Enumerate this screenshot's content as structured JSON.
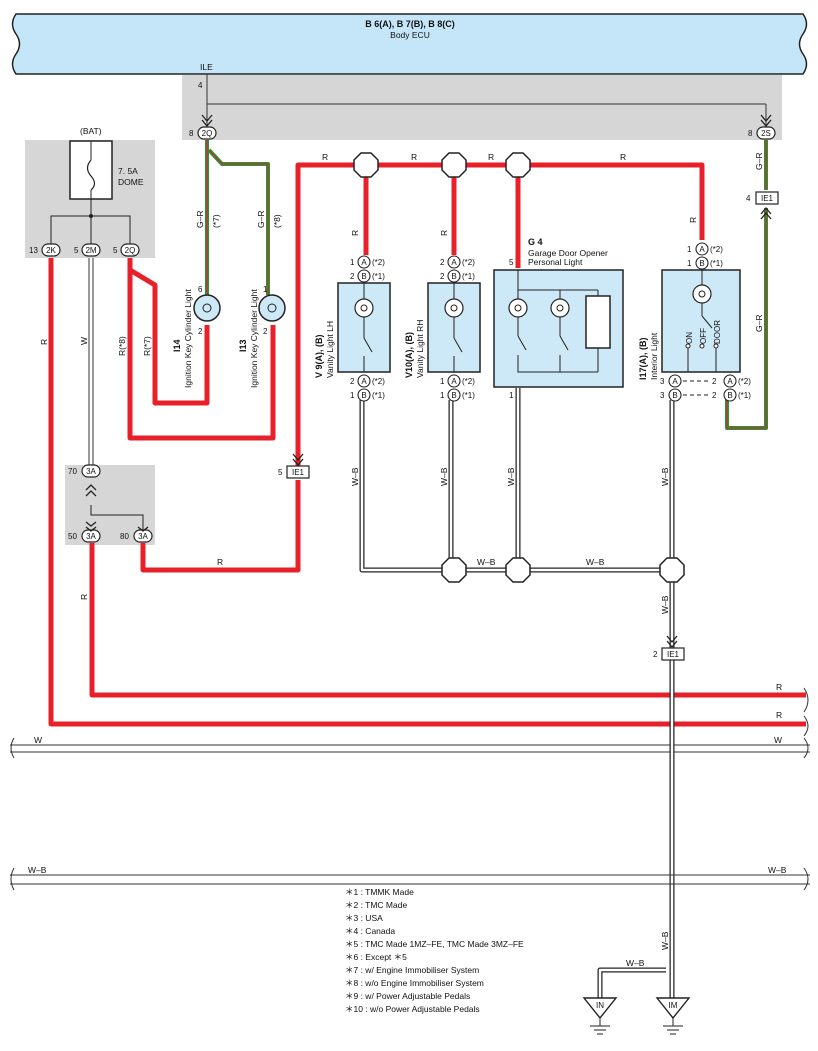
{
  "ecu": {
    "title": "B 6(A), B 7(B), B 8(C)",
    "name": "Body ECU",
    "terminal": "ILE"
  },
  "colors": {
    "red_wire": "#e8202a",
    "green_wire": "#1a9a3a",
    "ecu_fill": "#c5e6f8",
    "shade": "#d6d6d6",
    "component_fill": "#cde8f6"
  },
  "bat": {
    "label": "(BAT)",
    "fuse_amp": "7. 5A",
    "fuse_name": "DOME"
  },
  "connectors": {
    "c_2q_top": "2Q",
    "c_2s": "2S",
    "c_2k": "2K",
    "c_2m": "2M",
    "c_2q_bat": "2Q",
    "c_3a_70": "3A",
    "c_3a_50": "3A",
    "c_3a_80": "3A",
    "c_ie1_4": "IE1",
    "c_ie1_5": "IE1",
    "c_ie1_2": "IE1",
    "pin_a": "A",
    "pin_b": "B"
  },
  "pins": {
    "p4": "4",
    "p8a": "8",
    "p8b": "8",
    "p13": "13",
    "p5m": "5",
    "p5q": "5",
    "p70": "70",
    "p50": "50",
    "p80": "80",
    "p4ie": "4",
    "p5ie": "5",
    "p2ie": "2",
    "i14_top": "6",
    "i14_bot": "2",
    "i13_top": "1",
    "i13_bot": "2",
    "g4_top": "5",
    "g4_bot": "1",
    "n1": "1",
    "n2": "2",
    "n3": "3"
  },
  "notes_inline": {
    "s1": "(*1)",
    "s2": "(*2)",
    "s7": "(*7)",
    "s8": "(*8)"
  },
  "wires": {
    "R": "R",
    "W": "W",
    "WB": "W–B",
    "GR": "G–R",
    "R7": "R(*7)",
    "R8": "R(*8)"
  },
  "components": {
    "i14_code": "I14",
    "i14_name": "Ignition Key Cylinder Light",
    "i13_code": "I13",
    "i13_name": "Ignition Key Cylinder Light",
    "v9_code": "V 9(A), (B)",
    "v9_name": "Vanity Light LH",
    "v10_code": "V10(A), (B)",
    "v10_name": "Vanity Light RH",
    "g4_code": "G 4",
    "g4_name1": "Garage Door Opener",
    "g4_name2": "Personal Light",
    "i17_code": "I17(A), (B)",
    "i17_name": "Interior Light",
    "sw_on": "ON",
    "sw_off": "OFF",
    "sw_door": "DOOR"
  },
  "grounds": {
    "in": "IN",
    "im": "IM"
  },
  "legend": [
    "＊1 : TMMK Made",
    "＊2 : TMC Made",
    "＊3 : USA",
    "＊4 : Canada",
    "＊5 : TMC Made 1MZ–FE, TMC Made 3MZ–FE",
    "＊6 : Except ＊5",
    "＊7 : w/ Engine Immobiliser System",
    "＊8 : w/o Engine Immobiliser System",
    "＊9 : w/ Power Adjustable Pedals",
    "＊10 : w/o Power Adjustable Pedals"
  ]
}
